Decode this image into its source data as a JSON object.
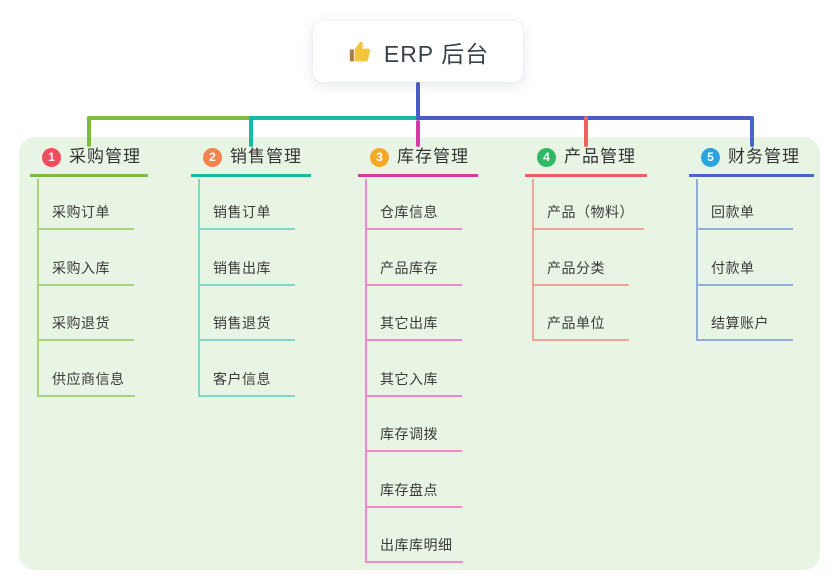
{
  "root": {
    "label": "ERP 后台",
    "icon": "thumbs-up-icon"
  },
  "theme": {
    "panel_bg": "#e8f5e4",
    "card_bg": "#ffffff",
    "root_connector": "#4a5ac8",
    "header_text": "#333333",
    "child_text": "#3b3b3b",
    "thumb_yellow": "#f5c63c",
    "thumb_cuff": "#b07b42"
  },
  "branches": [
    {
      "number": "1",
      "label": "采购管理",
      "badge_color": "#ee4d5f",
      "line_color": "#7cbb41",
      "child_line_color": "#a9d182",
      "children": [
        "采购订单",
        "采购入库",
        "采购退货",
        "供应商信息"
      ]
    },
    {
      "number": "2",
      "label": "销售管理",
      "badge_color": "#f5824c",
      "line_color": "#16b8a6",
      "child_line_color": "#7fd8ca",
      "children": [
        "销售订单",
        "销售出库",
        "销售退货",
        "客户信息"
      ]
    },
    {
      "number": "3",
      "label": "库存管理",
      "badge_color": "#f6a929",
      "line_color": "#d6399f",
      "child_line_color": "#f08ac9",
      "children": [
        "仓库信息",
        "产品库存",
        "其它出库",
        "其它入库",
        "库存调拨",
        "库存盘点",
        "出库库明细"
      ]
    },
    {
      "number": "4",
      "label": "产品管理",
      "badge_color": "#2eb863",
      "line_color": "#f15e5e",
      "child_line_color": "#f6a29b",
      "children": [
        "产品（物料）",
        "产品分类",
        "产品单位"
      ]
    },
    {
      "number": "5",
      "label": "财务管理",
      "badge_color": "#2ba4dd",
      "line_color": "#4667c6",
      "child_line_color": "#93aade",
      "children": [
        "回款单",
        "付款单",
        "结算账户"
      ]
    }
  ]
}
